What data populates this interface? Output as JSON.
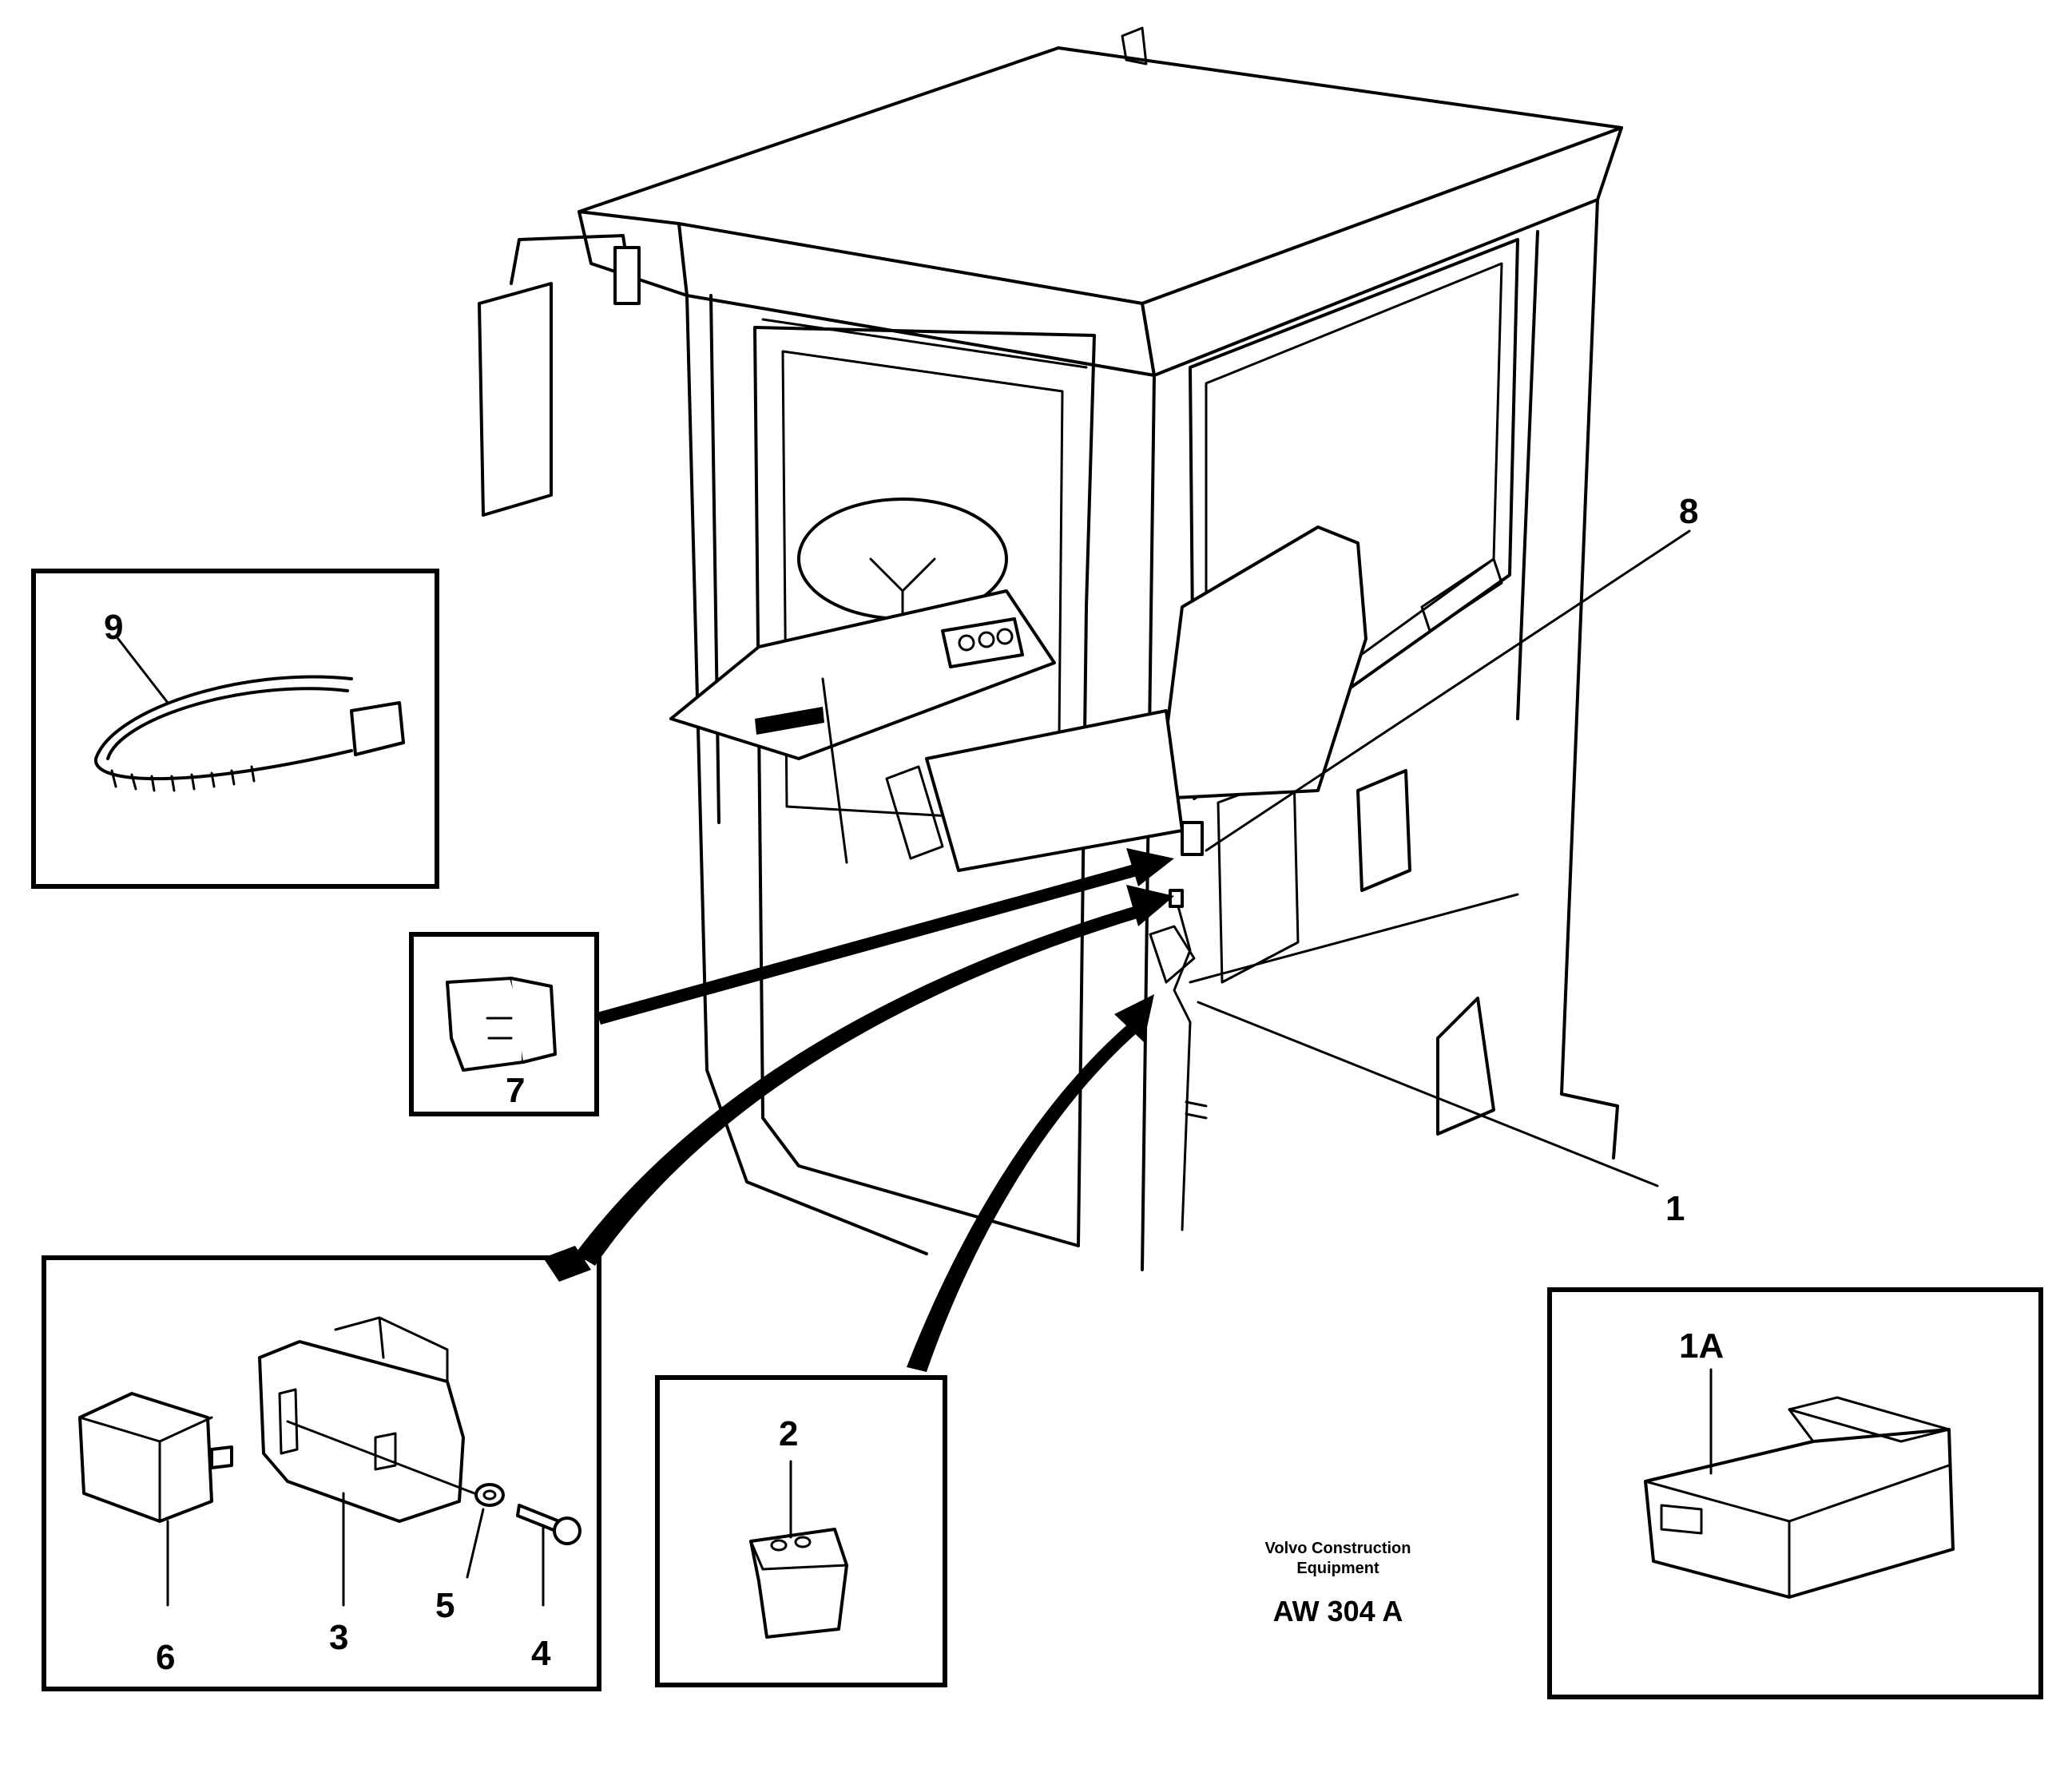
{
  "callouts": {
    "c1": "1",
    "c1a": "1A",
    "c2": "2",
    "c3": "3",
    "c4": "4",
    "c5": "5",
    "c6": "6",
    "c7": "7",
    "c8": "8",
    "c9": "9"
  },
  "footer": {
    "publisher_line1": "Volvo Construction",
    "publisher_line2": "Equipment",
    "drawing_code": "AW 304 A"
  }
}
